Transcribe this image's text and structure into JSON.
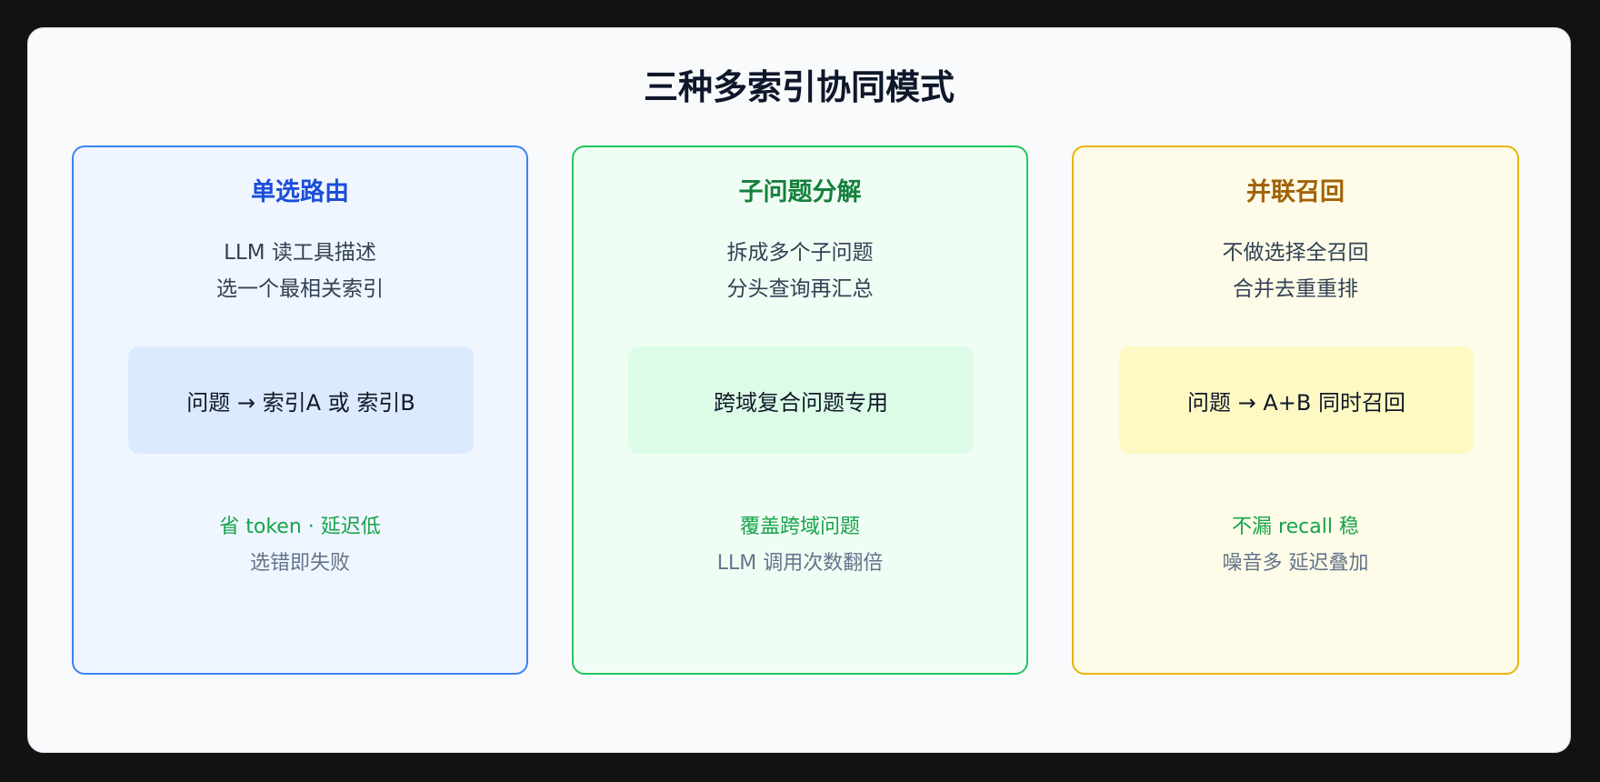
{
  "title": "三种多索引协同模式",
  "cards": [
    {
      "title": "单选路由",
      "desc": [
        "LLM 读工具描述",
        "选一个最相关索引"
      ],
      "flow": "问题 → 索引A 或 索引B",
      "pro": "省 token · 延迟低",
      "con": "选错即失败"
    },
    {
      "title": "子问题分解",
      "desc": [
        "拆成多个子问题",
        "分头查询再汇总"
      ],
      "flow": "跨域复合问题专用",
      "pro": "覆盖跨域问题",
      "con": "LLM 调用次数翻倍"
    },
    {
      "title": "并联召回",
      "desc": [
        "不做选择全召回",
        "合并去重重排"
      ],
      "flow": "问题 → A+B 同时召回",
      "pro": "不漏 recall 稳",
      "con": "噪音多 延迟叠加"
    }
  ],
  "colors": {
    "background": "#121212",
    "panel": "#f8fafc",
    "card1_border": "#3b82f6",
    "card2_border": "#22c55e",
    "card3_border": "#eab308",
    "pro_text": "#16a34a",
    "con_text": "#64748b"
  }
}
